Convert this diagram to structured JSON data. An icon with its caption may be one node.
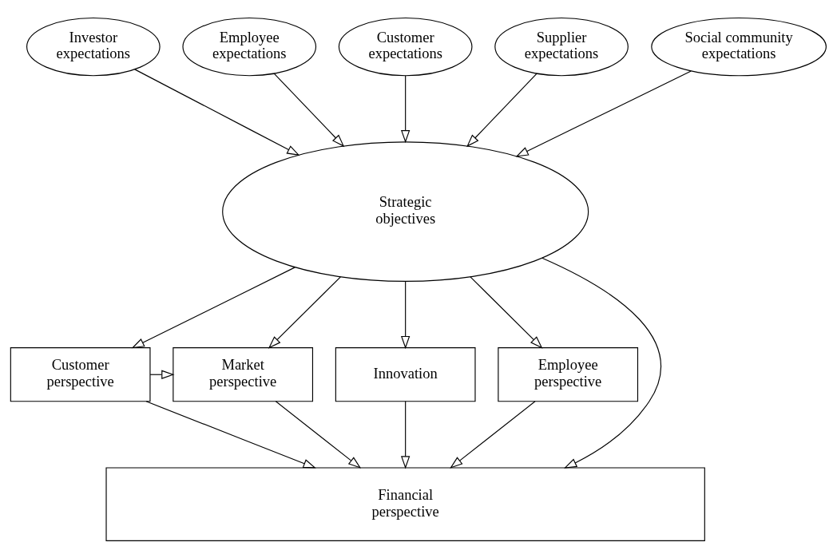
{
  "diagram": {
    "nodes": [
      {
        "text": [
          "Investor expectations"
        ]
      },
      {
        "text": [
          "Employee expectations"
        ]
      },
      {
        "text": [
          "Customer expectations"
        ]
      },
      {
        "text": [
          "Supplier expectations"
        ]
      },
      {
        "text": [
          "Social community expectations"
        ]
      },
      {
        "text": [
          "Strategic objectives"
        ]
      },
      {
        "text": [
          "Customer perspective"
        ]
      },
      {
        "text": [
          "Market perspective"
        ]
      },
      {
        "text": [
          "Innovation"
        ]
      },
      {
        "text": [
          "Employee perspective"
        ]
      },
      {
        "text": [
          "Financial perspective"
        ]
      }
    ],
    "edges": [
      {
        "from": 0,
        "to": 5,
        "arrow": "to"
      },
      {
        "from": 1,
        "to": 5,
        "arrow": "to"
      },
      {
        "from": 2,
        "to": 5,
        "arrow": "to"
      },
      {
        "from": 3,
        "to": 5,
        "arrow": "to"
      },
      {
        "from": 4,
        "to": 5,
        "arrow": "to"
      },
      {
        "from": 5,
        "to": 6,
        "arrow": "to"
      },
      {
        "from": 5,
        "to": 7,
        "arrow": "to"
      },
      {
        "from": 5,
        "to": 10,
        "arrow": "to"
      },
      {
        "from": 5,
        "to": 8,
        "arrow": "to"
      },
      {
        "from": 5,
        "to": 9,
        "arrow": "to"
      },
      {
        "from": 6,
        "to": 7,
        "arrow": "to"
      },
      {
        "from": 6,
        "to": 10,
        "arrow": "to"
      },
      {
        "from": 7,
        "to": 10,
        "arrow": "to"
      },
      {
        "from": 8,
        "to": 10,
        "arrow": "to"
      },
      {
        "from": 9,
        "to": 10,
        "arrow": "to"
      }
    ]
  }
}
